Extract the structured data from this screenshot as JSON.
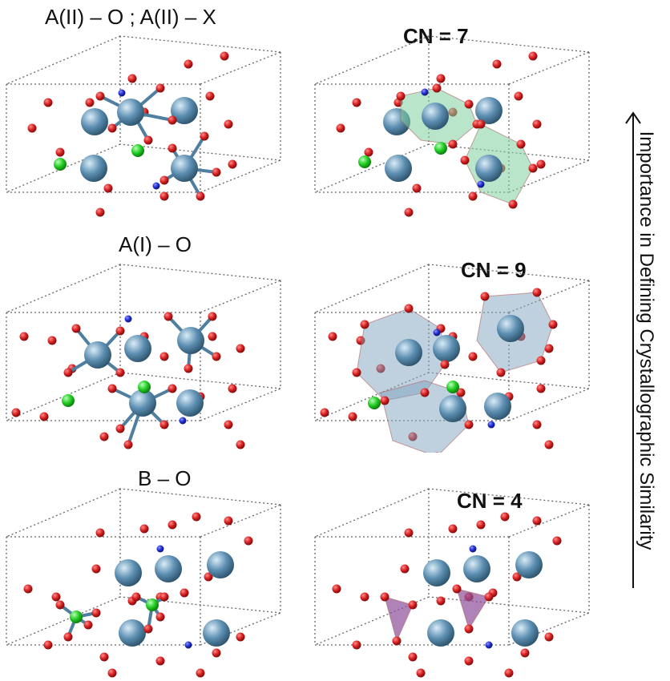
{
  "labels": {
    "a2_o_x": "A(II) – O ; A(II) – X",
    "cn7": "CN = 7",
    "a1_o": "A(I) – O",
    "cn9": "CN = 9",
    "b_o": "B – O",
    "cn4": "CN = 4"
  },
  "side_label": "Importance in Defining Crystallographic Similarity",
  "colors": {
    "big_atom": "#5d8fb2",
    "oxygen": "#d62020",
    "halide": "#22cc22",
    "blue_atom": "#1f2bd0",
    "cn7_polyhedron": "#7fd1a0",
    "cn9_polyhedron": "#7fa4c0",
    "cn4_polyhedron": "#8e4f9a",
    "box_line": "#666666"
  }
}
